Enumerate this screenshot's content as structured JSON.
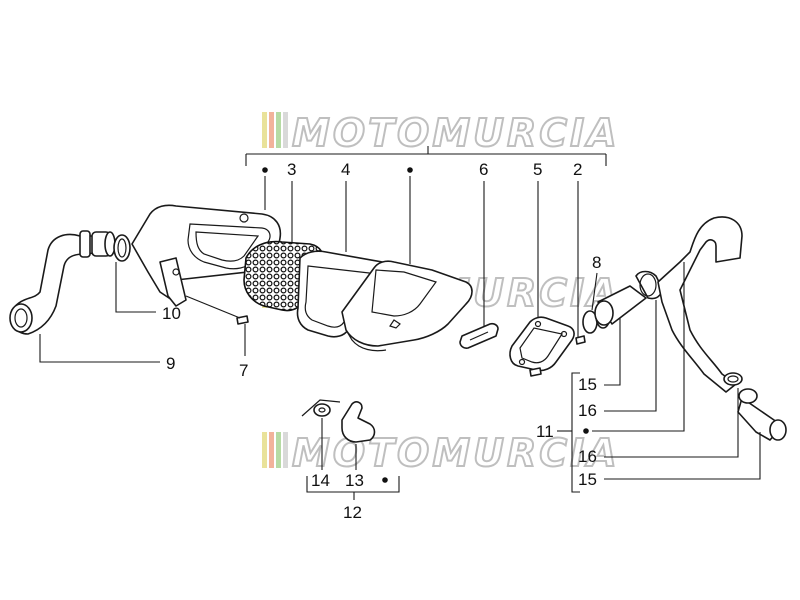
{
  "watermark": {
    "text": "MOTOMURCIA",
    "colors": [
      "#e9e29a",
      "#f2b39b",
      "#b6dba4",
      "#d9d9d9"
    ]
  },
  "labels": {
    "l2": "2",
    "l3": "3",
    "l4": "4",
    "l5": "5",
    "l6": "6",
    "l7": "7",
    "l8": "8",
    "l9": "9",
    "l10": "10",
    "l11": "11",
    "l12": "12",
    "l13": "13",
    "l14": "14",
    "l15a": "15",
    "l16a": "16",
    "l16b": "16",
    "l15b": "15"
  }
}
